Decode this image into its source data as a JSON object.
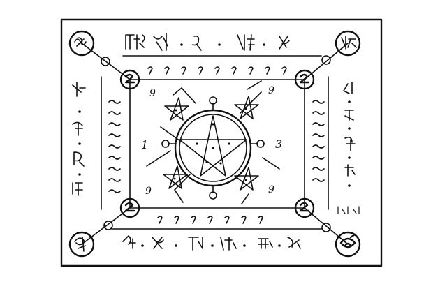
{
  "colors": {
    "ink": "#111111",
    "paper": "#ffffff"
  },
  "numerals": {
    "upper_left": "9",
    "upper_right": "9",
    "mid_left": "1",
    "mid_right": "3",
    "lower_left": "9",
    "lower_right": "9"
  },
  "glyph_icons": [
    "corner-seal-sigil-icon",
    "pentagram-icon",
    "small-star-icon",
    "tilde-mark-icon",
    "hook-mark-icon",
    "glyph-script-icon"
  ]
}
